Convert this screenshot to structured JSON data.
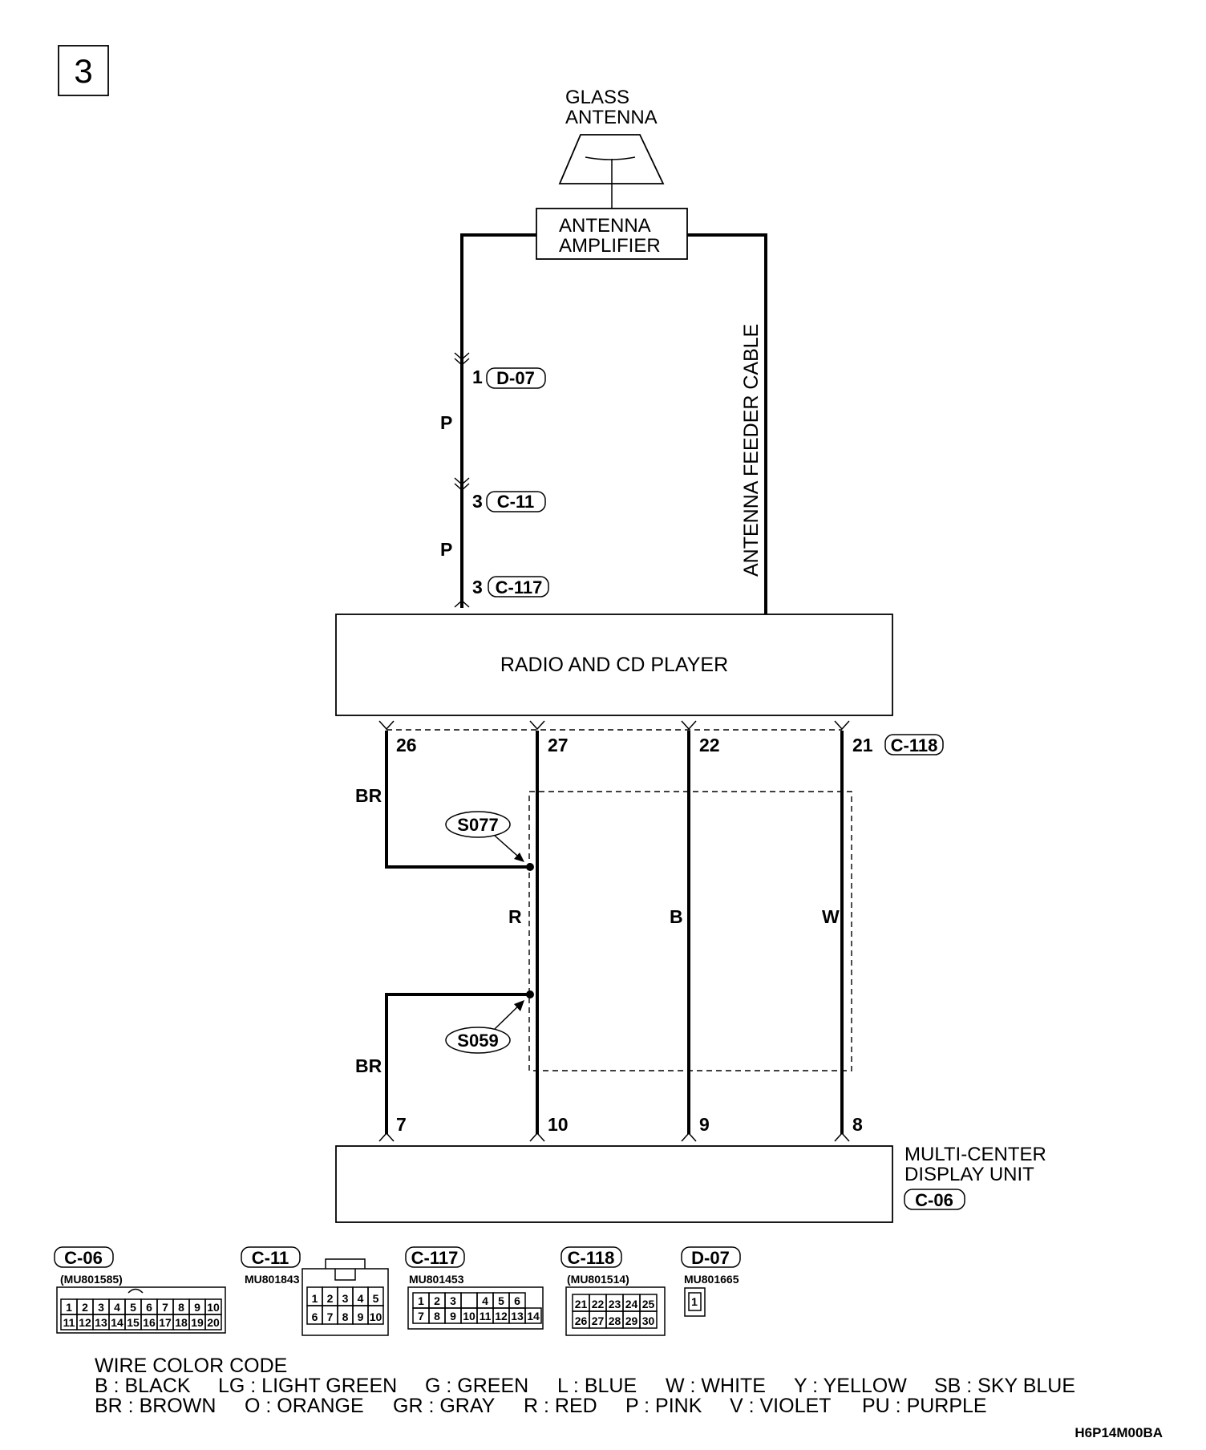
{
  "page_number": "3",
  "components": {
    "glass_antenna": [
      "GLASS",
      "ANTENNA"
    ],
    "antenna_amplifier": [
      "ANTENNA",
      "AMPLIFIER"
    ],
    "radio": "RADIO AND CD PLAYER",
    "display_unit": [
      "MULTI-CENTER",
      "DISPLAY UNIT"
    ],
    "display_unit_connector": "C-06",
    "feeder_cable": "ANTENNA FEEDER CABLE"
  },
  "upper_connectors": [
    {
      "pin": "1",
      "connector": "D-07"
    },
    {
      "pin": "3",
      "connector": "C-11"
    },
    {
      "pin": "3",
      "connector": "C-117"
    }
  ],
  "upper_wire_colors": [
    "P",
    "P"
  ],
  "radio_pins": {
    "connector": "C-118",
    "pins": [
      "26",
      "27",
      "22",
      "21"
    ]
  },
  "display_pins": [
    "7",
    "10",
    "9",
    "8"
  ],
  "wire_colors": {
    "br_top": "BR",
    "br_bottom": "BR",
    "r": "R",
    "b": "B",
    "w": "W"
  },
  "splices": [
    "S077",
    "S059"
  ],
  "connector_legend": [
    {
      "name": "C-06",
      "part": "(MU801585)",
      "rows": [
        [
          "1",
          "2",
          "3",
          "4",
          "5",
          "6",
          "7",
          "8",
          "9",
          "10"
        ],
        [
          "11",
          "12",
          "13",
          "14",
          "15",
          "16",
          "17",
          "18",
          "19",
          "20"
        ]
      ]
    },
    {
      "name": "C-11",
      "part": "MU801843",
      "rows": [
        [
          "1",
          "2",
          "3",
          "4",
          "5"
        ],
        [
          "6",
          "7",
          "8",
          "9",
          "10"
        ]
      ]
    },
    {
      "name": "C-117",
      "part": "MU801453",
      "rows": [
        [
          "1",
          "2",
          "3",
          "",
          "4",
          "5",
          "6"
        ],
        [
          "7",
          "8",
          "9",
          "10",
          "11",
          "12",
          "13",
          "14"
        ]
      ]
    },
    {
      "name": "C-118",
      "part": "(MU801514)",
      "rows": [
        [
          "21",
          "22",
          "23",
          "24",
          "25"
        ],
        [
          "26",
          "27",
          "28",
          "29",
          "30"
        ]
      ]
    },
    {
      "name": "D-07",
      "part": "MU801665",
      "rows": [
        [
          "1"
        ]
      ]
    }
  ],
  "wire_color_code": {
    "title": "WIRE COLOR CODE",
    "line1": [
      "B : BLACK",
      "LG : LIGHT GREEN",
      "G : GREEN",
      "L : BLUE",
      "W : WHITE",
      "Y : YELLOW",
      "SB : SKY BLUE"
    ],
    "line2": [
      "BR : BROWN",
      "O : ORANGE",
      "GR : GRAY",
      "R : RED",
      "P : PINK",
      "V : VIOLET",
      "PU : PURPLE"
    ]
  },
  "figure_code": "H6P14M00BA"
}
